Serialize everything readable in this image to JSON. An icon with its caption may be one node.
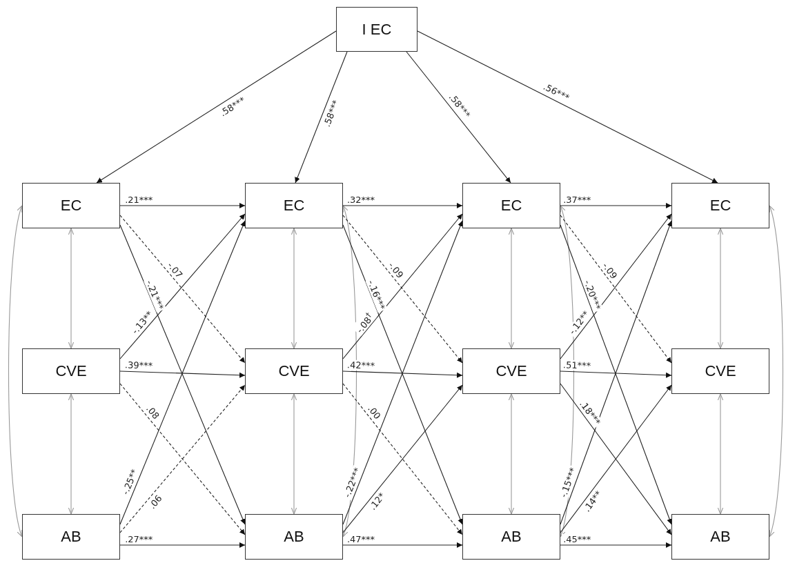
{
  "diagram": {
    "nodes": [
      {
        "text": [
          "I EC"
        ]
      },
      {
        "text": [
          "EC"
        ]
      },
      {
        "text": [
          "CVE"
        ]
      },
      {
        "text": [
          "AB"
        ]
      },
      {
        "text": [
          "EC"
        ]
      },
      {
        "text": [
          "CVE"
        ]
      },
      {
        "text": [
          "AB"
        ]
      },
      {
        "text": [
          "EC"
        ]
      },
      {
        "text": [
          "CVE"
        ]
      },
      {
        "text": [
          "AB"
        ]
      },
      {
        "text": [
          "EC"
        ]
      },
      {
        "text": [
          "CVE"
        ]
      },
      {
        "text": [
          "AB"
        ]
      }
    ],
    "edges": [
      {
        "from": 0,
        "to": 1,
        "arrow": "to",
        "label": ".58***"
      },
      {
        "from": 0,
        "to": 4,
        "arrow": "to",
        "label": ".58***"
      },
      {
        "from": 0,
        "to": 7,
        "arrow": "to",
        "label": ".58***"
      },
      {
        "from": 0,
        "to": 10,
        "arrow": "to",
        "label": ".56***"
      },
      {
        "from": 1,
        "to": 2,
        "arrow": "both",
        "color": "#999999"
      },
      {
        "from": 2,
        "to": 3,
        "arrow": "both",
        "color": "#999999"
      },
      {
        "from": 1,
        "to": 3,
        "arrow": "both",
        "color": "#999999"
      },
      {
        "from": 4,
        "to": 5,
        "arrow": "both",
        "color": "#999999"
      },
      {
        "from": 5,
        "to": 6,
        "arrow": "both",
        "color": "#999999"
      },
      {
        "from": 4,
        "to": 6,
        "arrow": "both",
        "color": "#999999"
      },
      {
        "from": 7,
        "to": 8,
        "arrow": "both",
        "color": "#999999"
      },
      {
        "from": 8,
        "to": 9,
        "arrow": "both",
        "color": "#999999"
      },
      {
        "from": 7,
        "to": 9,
        "arrow": "both",
        "color": "#999999"
      },
      {
        "from": 10,
        "to": 11,
        "arrow": "both",
        "color": "#999999"
      },
      {
        "from": 11,
        "to": 12,
        "arrow": "both",
        "color": "#999999"
      },
      {
        "from": 10,
        "to": 12,
        "arrow": "both",
        "color": "#999999"
      },
      {
        "from": 1,
        "to": 4,
        "arrow": "to",
        "label": ".21***"
      },
      {
        "from": 1,
        "to": 5,
        "arrow": "to",
        "label": "-.07",
        "style": "dashed"
      },
      {
        "from": 1,
        "to": 6,
        "arrow": "to",
        "label": "-.21***"
      },
      {
        "from": 2,
        "to": 4,
        "arrow": "to",
        "label": "-.13**"
      },
      {
        "from": 2,
        "to": 5,
        "arrow": "to",
        "label": ".39***"
      },
      {
        "from": 2,
        "to": 6,
        "arrow": "to",
        "label": ".08",
        "style": "dashed"
      },
      {
        "from": 3,
        "to": 4,
        "arrow": "to",
        "label": "-.25**"
      },
      {
        "from": 3,
        "to": 5,
        "arrow": "to",
        "label": ".06",
        "style": "dashed"
      },
      {
        "from": 3,
        "to": 6,
        "arrow": "to",
        "label": ".27***"
      },
      {
        "from": 4,
        "to": 7,
        "arrow": "to",
        "label": ".32***"
      },
      {
        "from": 4,
        "to": 8,
        "arrow": "to",
        "label": "-.09",
        "style": "dashed"
      },
      {
        "from": 4,
        "to": 9,
        "arrow": "to",
        "label": "-.16***"
      },
      {
        "from": 5,
        "to": 7,
        "arrow": "to",
        "label": "-.08$^{†}$"
      },
      {
        "from": 5,
        "to": 8,
        "arrow": "to",
        "label": ".42***"
      },
      {
        "from": 5,
        "to": 9,
        "arrow": "to",
        "label": ".00",
        "style": "dashed"
      },
      {
        "from": 6,
        "to": 7,
        "arrow": "to",
        "label": "-.22***"
      },
      {
        "from": 6,
        "to": 8,
        "arrow": "to",
        "label": ".12*"
      },
      {
        "from": 6,
        "to": 9,
        "arrow": "to",
        "label": ".47***"
      },
      {
        "from": 7,
        "to": 10,
        "arrow": "to",
        "label": ".37***"
      },
      {
        "from": 7,
        "to": 11,
        "arrow": "to",
        "label": "-.09",
        "style": "dashed"
      },
      {
        "from": 7,
        "to": 12,
        "arrow": "to",
        "label": "-.20***"
      },
      {
        "from": 8,
        "to": 10,
        "arrow": "to",
        "label": "-.12**"
      },
      {
        "from": 8,
        "to": 11,
        "arrow": "to",
        "label": ".51***"
      },
      {
        "from": 8,
        "to": 12,
        "arrow": "to",
        "label": ".18***"
      },
      {
        "from": 9,
        "to": 10,
        "arrow": "to",
        "label": "-.15***"
      },
      {
        "from": 9,
        "to": 11,
        "arrow": "to",
        "label": ".14**"
      },
      {
        "from": 9,
        "to": 12,
        "arrow": "to",
        "label": ".45***"
      }
    ]
  }
}
